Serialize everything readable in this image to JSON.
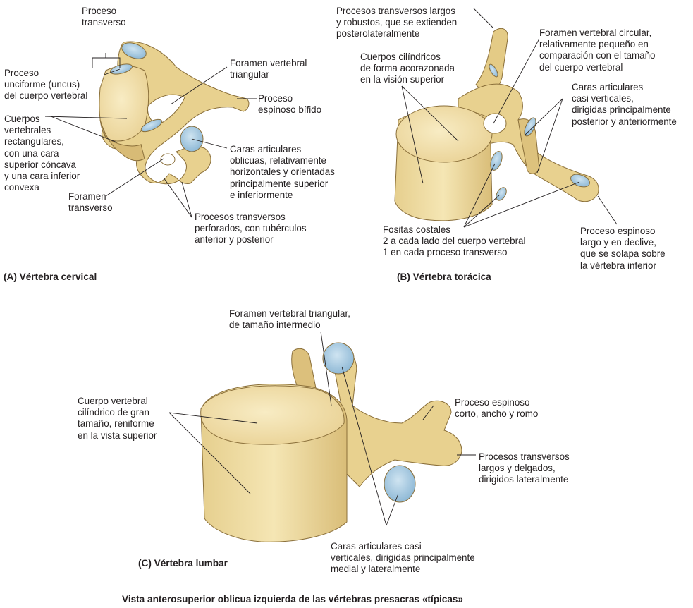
{
  "colors": {
    "bone": "#f1dfa6",
    "bone_shadow": "#c9ad68",
    "bone_outline": "#8a6f3a",
    "articular_facet": "#9fc6e0",
    "leader_line": "#231f20"
  },
  "panel_a": {
    "caption": "(A) Vértebra cervical",
    "labels": {
      "proceso_transverso": "Proceso\ntransverso",
      "proceso_unciforme": "Proceso\nunciforme (uncus)\ndel cuerpo vertebral",
      "cuerpos_vertebrales": "Cuerpos\nvertebrales\nrectangulares,\ncon una cara\nsuperior cóncava\ny una cara inferior\nconvexa",
      "foramen_transverso": "Foramen\ntransverso",
      "foramen_vertebral": "Foramen vertebral\ntriangular",
      "proceso_espinoso": "Proceso\nespinoso bífido",
      "caras_articulares": "Caras articulares\noblicuas, relativamente\nhorizontales y orientadas\nprincipalmente superior\ne inferiormente",
      "procesos_transversos": "Procesos transversos\nperforados, con tubérculos\nanterior y posterior"
    }
  },
  "panel_b": {
    "caption": "(B) Vértebra torácica",
    "labels": {
      "procesos_transversos": "Procesos transversos largos\ny robustos, que se extienden\nposterolateralmente",
      "cuerpos": "Cuerpos cilíndricos\nde forma acorazonada\nen la visión superior",
      "foramen": "Foramen vertebral circular,\nrelativamente pequeño en\ncomparación con el tamaño\ndel cuerpo vertebral",
      "caras_articulares": "Caras articulares\ncasi verticales,\ndirigidas principalmente\nposterior y anteriormente",
      "fositas_costales": "Fositas costales\n2 a cada lado del cuerpo vertebral\n1 en cada proceso transverso",
      "proceso_espinoso": "Proceso espinoso\nlargo y en declive,\nque se solapa sobre\nla vértebra inferior"
    }
  },
  "panel_c": {
    "caption": "(C) Vértebra lumbar",
    "labels": {
      "foramen": "Foramen vertebral triangular,\nde tamaño intermedio",
      "cuerpo": "Cuerpo vertebral\ncilíndrico de gran\ntamaño, reniforme\nen la vista superior",
      "proceso_espinoso": "Proceso espinoso\ncorto, ancho y romo",
      "procesos_transversos": "Procesos transversos\nlargos y delgados,\ndirigidos lateralmente",
      "caras_articulares": "Caras articulares casi\nverticales, dirigidas principalmente\nmedial y lateralmente"
    }
  },
  "figure_caption": "Vista anterosuperior oblicua izquierda de las vértebras presacras «típicas»"
}
